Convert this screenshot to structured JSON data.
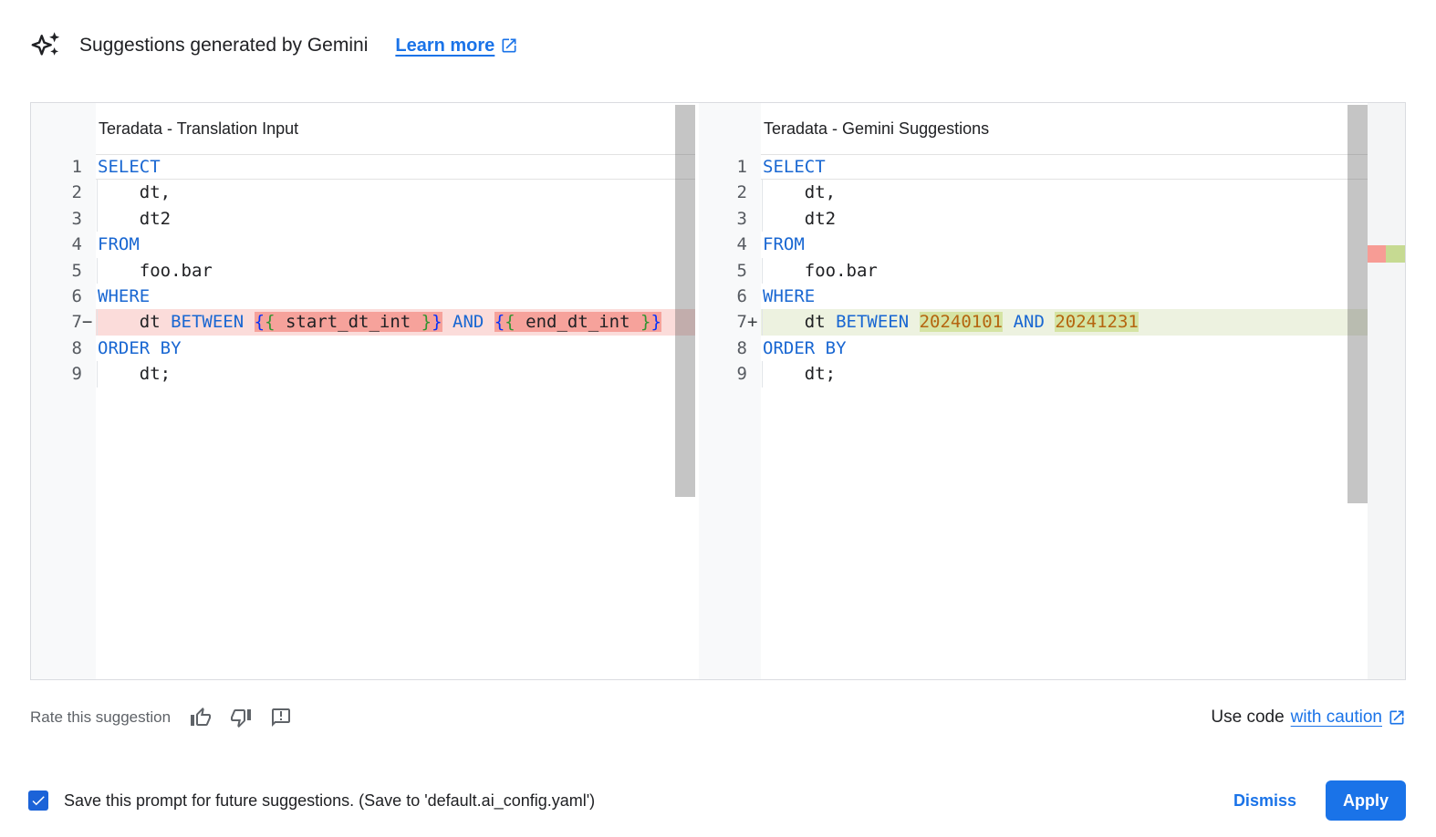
{
  "header": {
    "icon": "gemini-sparkle",
    "title": "Suggestions generated by Gemini",
    "learn_more_label": "Learn more"
  },
  "panels": {
    "left": {
      "title": "Teradata - Translation Input",
      "change_type": "deletion",
      "lines": [
        {
          "num": "1",
          "current": true,
          "segments": [
            {
              "text": "SELECT",
              "style": "keyword"
            }
          ]
        },
        {
          "num": "2",
          "indent_guide": true,
          "segments": [
            {
              "text": "    dt,",
              "style": "plain"
            }
          ]
        },
        {
          "num": "3",
          "indent_guide": true,
          "segments": [
            {
              "text": "    dt2",
              "style": "plain"
            }
          ]
        },
        {
          "num": "4",
          "segments": [
            {
              "text": "FROM",
              "style": "keyword"
            }
          ]
        },
        {
          "num": "5",
          "indent_guide": true,
          "segments": [
            {
              "text": "    foo.bar",
              "style": "plain"
            }
          ]
        },
        {
          "num": "6",
          "segments": [
            {
              "text": "WHERE",
              "style": "keyword"
            }
          ]
        },
        {
          "num": "7",
          "sign": "−",
          "changed": true,
          "indent_guide": true,
          "segments": [
            {
              "text": "    dt ",
              "style": "plain"
            },
            {
              "text": "BETWEEN",
              "style": "keyword"
            },
            {
              "text": " ",
              "style": "plain"
            },
            {
              "text": "{",
              "style": "bracket-outer",
              "hl": true
            },
            {
              "text": "{",
              "style": "bracket-inner",
              "hl": true
            },
            {
              "text": " start_dt_int ",
              "style": "plain",
              "hl": true
            },
            {
              "text": "}",
              "style": "bracket-inner",
              "hl": true
            },
            {
              "text": "}",
              "style": "bracket-outer",
              "hl": true
            },
            {
              "text": " ",
              "style": "plain"
            },
            {
              "text": "AND",
              "style": "keyword"
            },
            {
              "text": " ",
              "style": "plain"
            },
            {
              "text": "{",
              "style": "bracket-outer",
              "hl": true
            },
            {
              "text": "{",
              "style": "bracket-inner",
              "hl": true
            },
            {
              "text": " end_dt_int ",
              "style": "plain",
              "hl": true
            },
            {
              "text": "}",
              "style": "bracket-inner",
              "hl": true
            },
            {
              "text": "}",
              "style": "bracket-outer",
              "hl": true
            }
          ]
        },
        {
          "num": "8",
          "segments": [
            {
              "text": "ORDER BY",
              "style": "keyword"
            }
          ]
        },
        {
          "num": "9",
          "indent_guide": true,
          "segments": [
            {
              "text": "    dt;",
              "style": "plain"
            }
          ]
        }
      ]
    },
    "right": {
      "title": "Teradata - Gemini Suggestions",
      "change_type": "addition",
      "lines": [
        {
          "num": "1",
          "current": true,
          "segments": [
            {
              "text": "SELECT",
              "style": "keyword"
            }
          ]
        },
        {
          "num": "2",
          "indent_guide": true,
          "segments": [
            {
              "text": "    dt,",
              "style": "plain"
            }
          ]
        },
        {
          "num": "3",
          "indent_guide": true,
          "segments": [
            {
              "text": "    dt2",
              "style": "plain"
            }
          ]
        },
        {
          "num": "4",
          "segments": [
            {
              "text": "FROM",
              "style": "keyword"
            }
          ]
        },
        {
          "num": "5",
          "indent_guide": true,
          "segments": [
            {
              "text": "    foo.bar",
              "style": "plain"
            }
          ]
        },
        {
          "num": "6",
          "segments": [
            {
              "text": "WHERE",
              "style": "keyword"
            }
          ]
        },
        {
          "num": "7",
          "sign": "+",
          "changed": true,
          "indent_guide": true,
          "segments": [
            {
              "text": "    dt ",
              "style": "plain"
            },
            {
              "text": "BETWEEN",
              "style": "keyword"
            },
            {
              "text": " ",
              "style": "plain"
            },
            {
              "text": "20240101",
              "style": "number",
              "hl": true
            },
            {
              "text": " ",
              "style": "plain"
            },
            {
              "text": "AND",
              "style": "keyword"
            },
            {
              "text": " ",
              "style": "plain"
            },
            {
              "text": "20241231",
              "style": "number",
              "hl": true
            }
          ]
        },
        {
          "num": "8",
          "segments": [
            {
              "text": "ORDER BY",
              "style": "keyword"
            }
          ]
        },
        {
          "num": "9",
          "indent_guide": true,
          "segments": [
            {
              "text": "    dt;",
              "style": "plain"
            }
          ]
        }
      ]
    }
  },
  "footer": {
    "rate_label": "Rate this suggestion",
    "rate_icons": [
      "thumb-up-icon",
      "thumb-down-icon",
      "feedback-icon"
    ],
    "use_code_prefix": "Use code",
    "use_code_link": "with caution"
  },
  "bottom_bar": {
    "checkbox_checked": true,
    "save_label": "Save this prompt for future suggestions. (Save to 'default.ai_config.yaml')",
    "dismiss_label": "Dismiss",
    "apply_label": "Apply"
  },
  "colors": {
    "accent": "#1a73e8",
    "checkbox": "#1b63d8",
    "text_primary": "#202124",
    "text_secondary": "#5f6368",
    "border": "#dadce0",
    "gutter_bg": "#f8f9fa",
    "gutter_fg": "#575b61",
    "keyword": "#1967d2",
    "number": "#b5650f",
    "bracket_outer": "#0431fa",
    "bracket_inner": "#319331",
    "del_line": "#fbdcda",
    "del_token": "#f6a29b",
    "add_line": "#edf2e0",
    "add_token": "#d5e4a4",
    "ruler_del": "#f79c95",
    "ruler_add": "#c6da92"
  }
}
